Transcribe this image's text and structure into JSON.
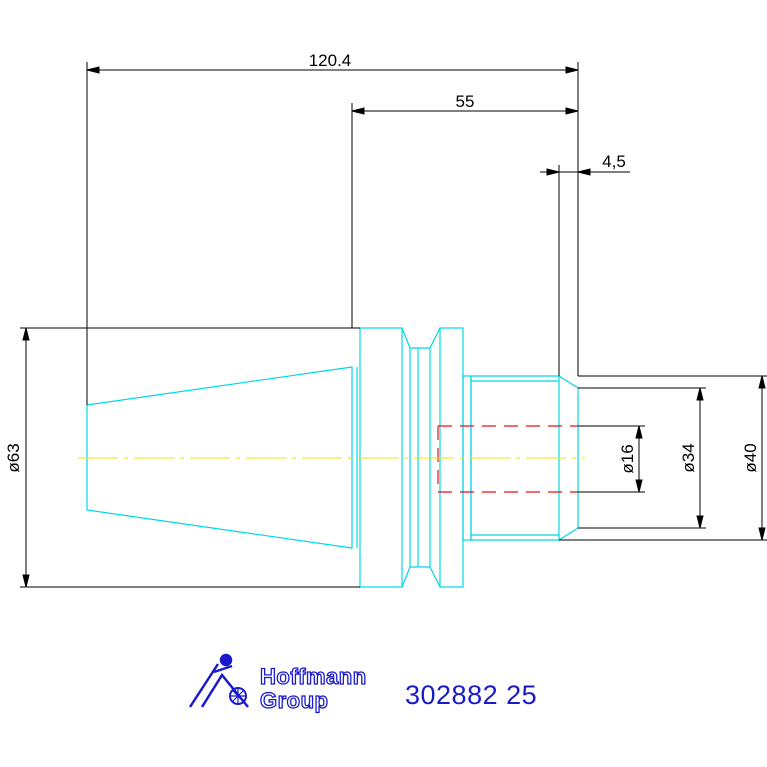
{
  "dimensions": {
    "overall_length": "120.4",
    "taper_to_end": "55",
    "step": "4,5",
    "d_flange": "ø63",
    "d_bore": "ø16",
    "d_shank": "ø34",
    "d_collar": "ø40"
  },
  "logo": {
    "line1": "Hoffmann",
    "line2": "Group"
  },
  "part_number": "302882 25",
  "colors": {
    "outline": "#00d8e8",
    "dimension": "#000000",
    "centerline": "#e8e800",
    "hidden": "#e81010",
    "brand": "#1a1acc"
  }
}
